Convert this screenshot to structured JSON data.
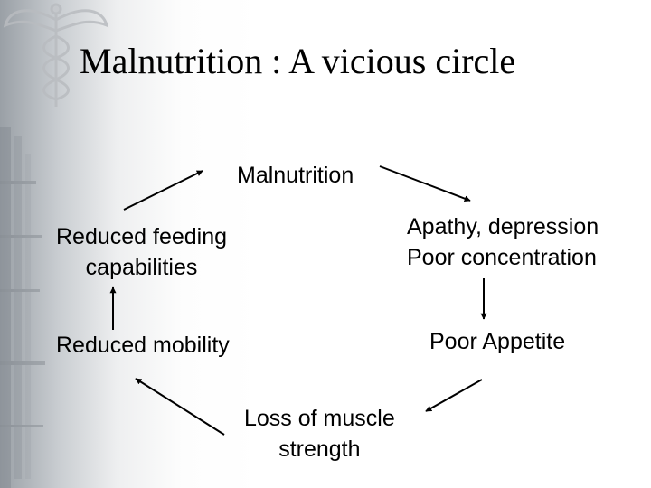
{
  "slide": {
    "title": "Malnutrition : A vicious circle"
  },
  "cycle": {
    "malnutrition": "Malnutrition",
    "apathy_line1": "Apathy, depression",
    "apathy_line2": "Poor concentration",
    "poor_appetite": "Poor Appetite",
    "muscle_line1": "Loss of muscle",
    "muscle_line2": "strength",
    "reduced_mobility": "Reduced mobility",
    "feeding_line1": "Reduced feeding",
    "feeding_line2": "capabilities"
  },
  "colors": {
    "text": "#000000",
    "arrow": "#000000",
    "background": "#ffffff"
  },
  "icons": {
    "corner_emblem": "caduceus-icon"
  }
}
